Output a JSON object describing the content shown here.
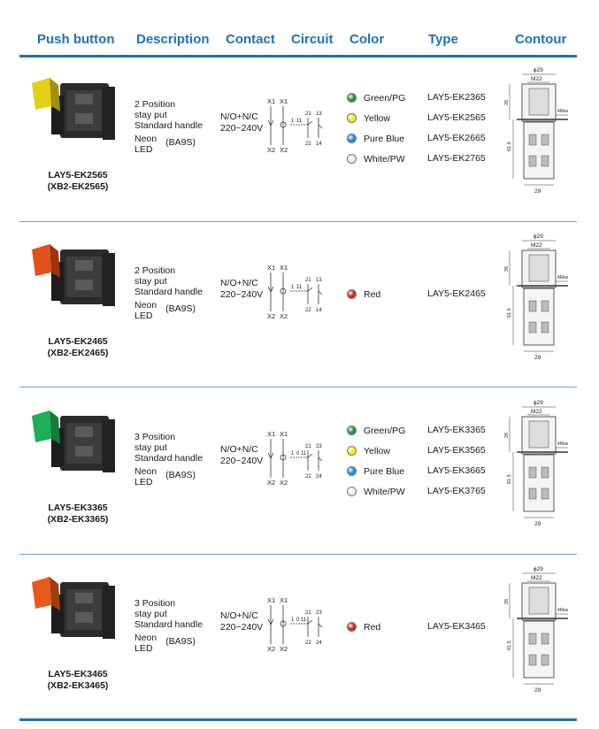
{
  "headers": {
    "push_button": "Push button",
    "description": "Description",
    "contact": "Contact",
    "circuit": "Circuit",
    "color": "Color",
    "type": "Type",
    "contour": "Contour"
  },
  "colors": {
    "accent": "#1f73b7",
    "green": "#1f9a3a",
    "yellow": "#f0ea1a",
    "blue": "#1e8fd8",
    "white": "#ffffff",
    "red": "#d42a1e"
  },
  "products": [
    {
      "model": "LAY5-EK2565",
      "alt_model": "(XB2-EK2565)",
      "desc": [
        "2 Position",
        "stay put",
        "Standard handle"
      ],
      "neon": [
        "Neon",
        "LED"
      ],
      "ba9s": "(BA9S)",
      "contact": [
        "N/O+N/C",
        "220~240V"
      ],
      "circuit": {
        "x1a": "X1",
        "x1b": "X1",
        "x2a": "X2",
        "x2b": "X2",
        "c1": "1",
        "c2": "11",
        "c3": "21",
        "c4": "13",
        "c5": "22",
        "c6": "14"
      },
      "variants": [
        {
          "color": "Green/PG",
          "dot": "green",
          "type": "LAY5-EK2365"
        },
        {
          "color": "Yellow",
          "dot": "yellow",
          "type": "LAY5-EK2565"
        },
        {
          "color": "Pure Blue",
          "dot": "blue",
          "type": "LAY5-EK2665"
        },
        {
          "color": "White/PW",
          "dot": "white",
          "type": "LAY5-EK2765"
        }
      ],
      "contour": {
        "d29": "ϕ29",
        "m22": "M22",
        "h26": "26",
        "max": "4Max",
        "h61": "61.5",
        "w29": "29"
      }
    },
    {
      "model": "LAY5-EK2465",
      "alt_model": "(XB2-EK2465)",
      "desc": [
        "2 Position",
        "stay put",
        "Standard handle"
      ],
      "neon": [
        "Neon",
        "LED"
      ],
      "ba9s": "(BA9S)",
      "contact": [
        "N/O+N/C",
        "220~240V"
      ],
      "circuit": {
        "x1a": "X1",
        "x1b": "X1",
        "x2a": "X2",
        "x2b": "X2",
        "c1": "1",
        "c2": "11",
        "c3": "21",
        "c4": "13",
        "c5": "22",
        "c6": "14"
      },
      "variants": [
        {
          "color": "Red",
          "dot": "red",
          "type": "LAY5-EK2465"
        }
      ],
      "contour": {
        "d29": "ϕ29",
        "m22": "M22",
        "h26": "26",
        "max": "4Max",
        "h61": "61.5",
        "w29": "29"
      }
    },
    {
      "model": "LAY5-EK3365",
      "alt_model": "(XB2-EK3365)",
      "desc": [
        "3 Position",
        "stay put",
        "Standard handle"
      ],
      "neon": [
        "Neon",
        "LED"
      ],
      "ba9s": "(BA9S)",
      "contact": [
        "N/O+N/C",
        "220~240V"
      ],
      "circuit": {
        "x1a": "X1",
        "x1b": "X1",
        "x2a": "X2",
        "x2b": "X2",
        "c1": "1",
        "c2": "0 11",
        "c3": "21",
        "c4": "23",
        "c5": "22",
        "c6": "24"
      },
      "variants": [
        {
          "color": "Green/PG",
          "dot": "green",
          "type": "LAY5-EK3365"
        },
        {
          "color": "Yellow",
          "dot": "yellow",
          "type": "LAY5-EK3565"
        },
        {
          "color": "Pure Blue",
          "dot": "blue",
          "type": "LAY5-EK3665"
        },
        {
          "color": "White/PW",
          "dot": "white",
          "type": "LAY5-EK3765"
        }
      ],
      "contour": {
        "d29": "ϕ29",
        "m22": "M22",
        "h26": "26",
        "max": "4Max",
        "h61": "61.5",
        "w29": "29"
      }
    },
    {
      "model": "LAY5-EK3465",
      "alt_model": "(XB2-EK3465)",
      "desc": [
        "3 Position",
        "stay put",
        "Standard handle"
      ],
      "neon": [
        "Neon",
        "LED"
      ],
      "ba9s": "(BA9S)",
      "contact": [
        "N/O+N/C",
        "220~240V"
      ],
      "circuit": {
        "x1a": "X1",
        "x1b": "X1",
        "x2a": "X2",
        "x2b": "X2",
        "c1": "1",
        "c2": "0 11",
        "c3": "21",
        "c4": "23",
        "c5": "22",
        "c6": "24"
      },
      "variants": [
        {
          "color": "Red",
          "dot": "red",
          "type": "LAY5-EK3465"
        }
      ],
      "contour": {
        "d29": "ϕ29",
        "m22": "M22",
        "h26": "26",
        "max": "4Max",
        "h61": "61.5",
        "w29": "29"
      }
    }
  ]
}
